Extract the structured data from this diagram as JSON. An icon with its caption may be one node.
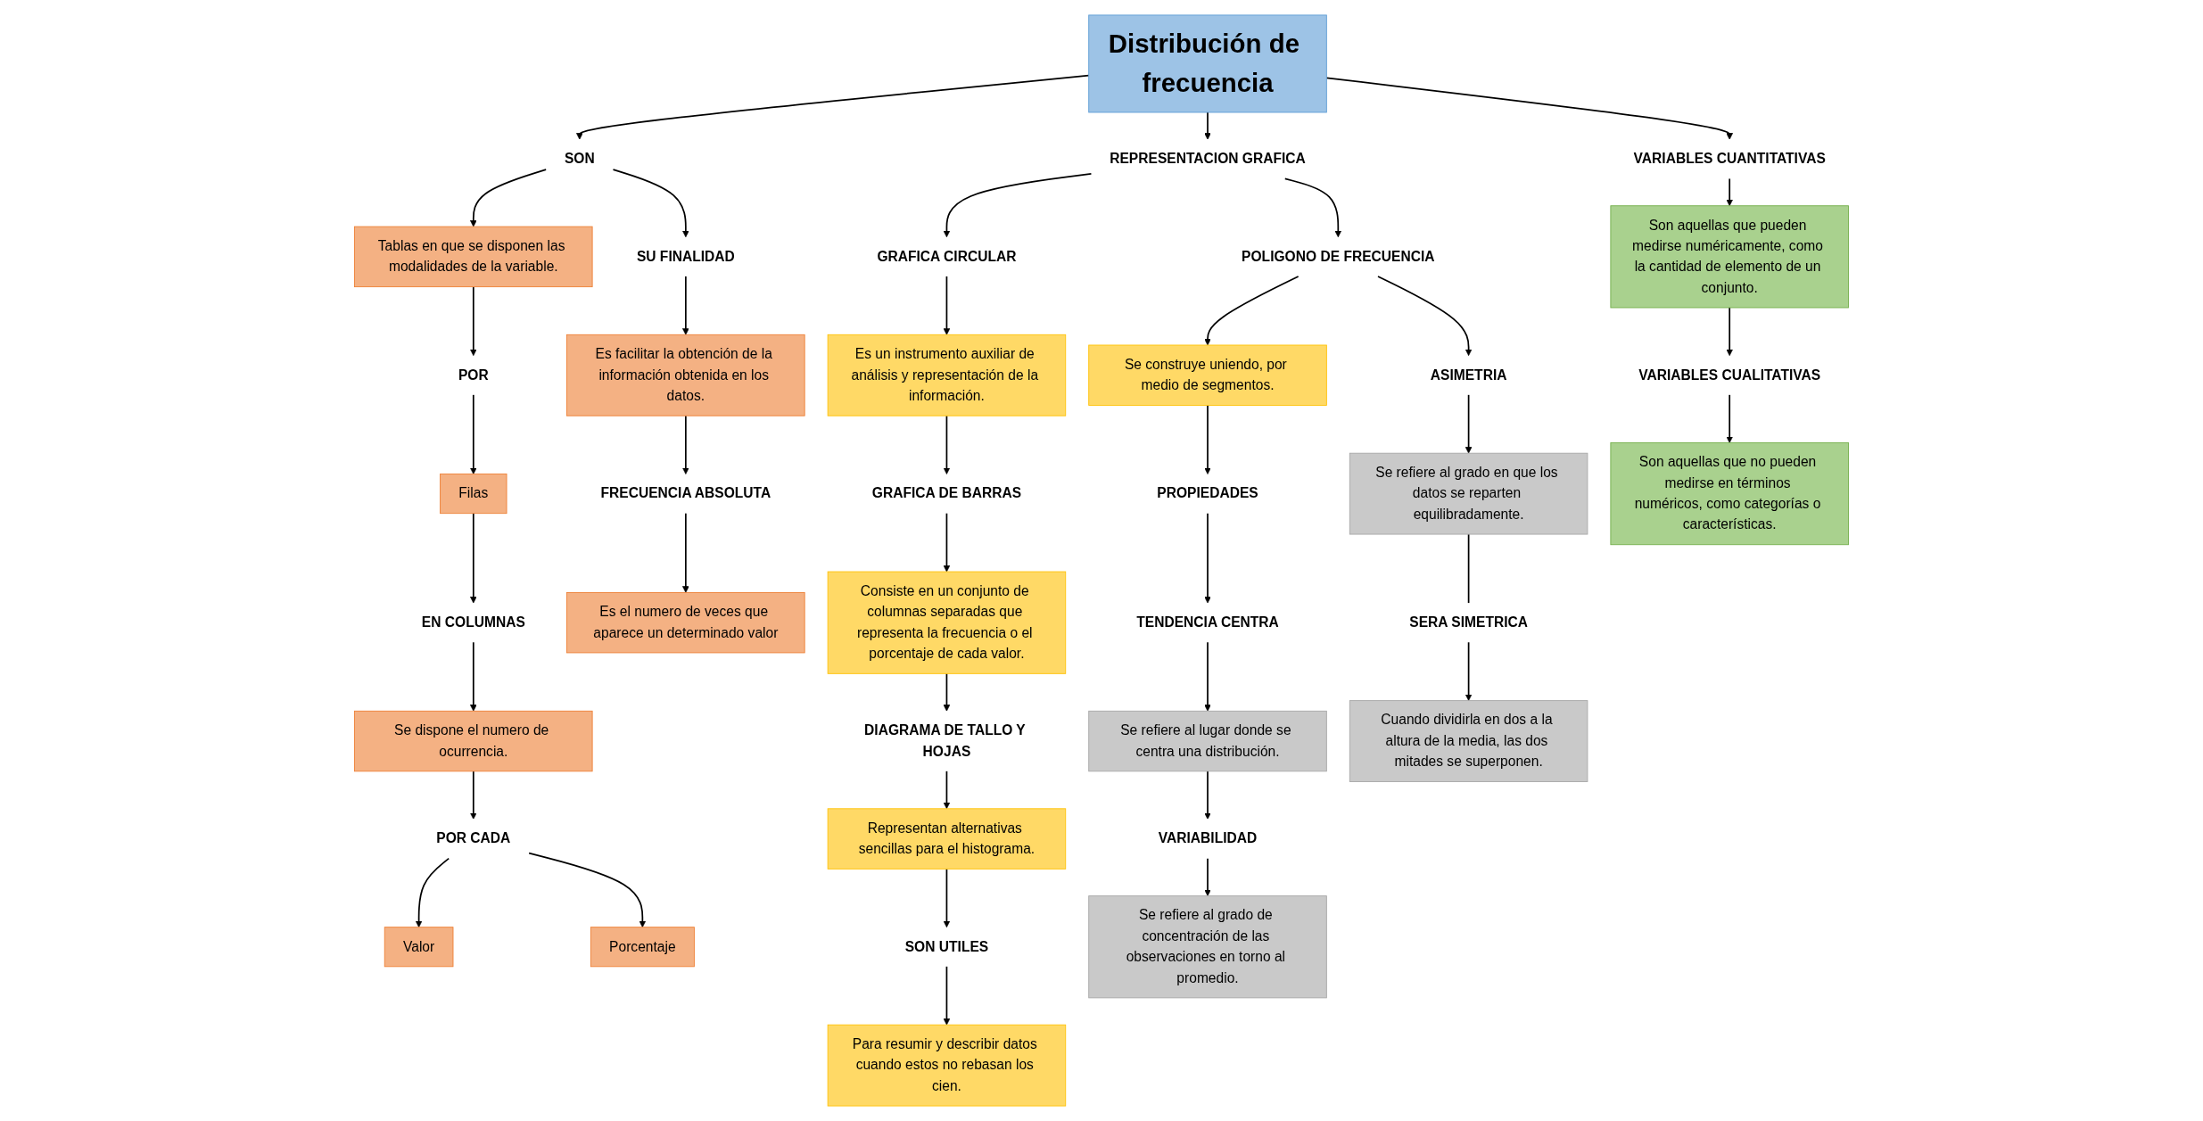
{
  "diagram": {
    "nodes": [
      {
        "text": [
          "Distribución de frecuencia"
        ]
      },
      {
        "text": [
          "SON"
        ]
      },
      {
        "text": [
          "SU FINALIDAD"
        ]
      },
      {
        "text": [
          "Tablas en que se disponen las modalidades de la variable."
        ]
      },
      {
        "text": [
          "Es facilitar la obtención de la información obtenida en los datos."
        ]
      },
      {
        "text": [
          "POR"
        ]
      },
      {
        "text": [
          "Filas"
        ]
      },
      {
        "text": [
          "EN COLUMNAS"
        ]
      },
      {
        "text": [
          "Se dispone el numero de ocurrencia."
        ]
      },
      {
        "text": [
          "POR CADA"
        ]
      },
      {
        "text": [
          "Valor"
        ]
      },
      {
        "text": [
          "Porcentaje"
        ]
      },
      {
        "text": [
          "FRECUENCIA ABSOLUTA"
        ]
      },
      {
        "text": [
          "Es el numero de veces que aparece un determinado valor"
        ]
      },
      {
        "text": [
          "REPRESENTACION GRAFICA"
        ]
      },
      {
        "text": [
          "GRAFICA CIRCULAR"
        ]
      },
      {
        "text": [
          "Es un instrumento auxiliar de análisis y representación de la información."
        ]
      },
      {
        "text": [
          "GRAFICA DE BARRAS"
        ]
      },
      {
        "text": [
          "Consiste en un conjunto de columnas separadas que representa la frecuencia o el porcentaje de cada valor."
        ]
      },
      {
        "text": [
          "DIAGRAMA DE TALLO Y HOJAS"
        ]
      },
      {
        "text": [
          "Representan alternativas sencillas para el histograma."
        ]
      },
      {
        "text": [
          "SON UTILES"
        ]
      },
      {
        "text": [
          "Para resumir y describir datos cuando estos no rebasan los cien."
        ]
      },
      {
        "text": [
          "POLIGONO DE FRECUENCIA"
        ]
      },
      {
        "text": [
          "Se construye uniendo, por medio de segmentos."
        ]
      },
      {
        "text": [
          "PROPIEDADES"
        ]
      },
      {
        "text": [
          "TENDENCIA CENTRA"
        ]
      },
      {
        "text": [
          "Se refiere al lugar donde se centra una distribución."
        ]
      },
      {
        "text": [
          "VARIABILIDAD"
        ]
      },
      {
        "text": [
          "Se refiere al grado de concentración de las observaciones en torno al promedio."
        ]
      },
      {
        "text": [
          "ASIMETRIA"
        ]
      },
      {
        "text": [
          "Se refiere al grado en que los datos se reparten equilibradamente."
        ]
      },
      {
        "text": [
          "SERA SIMETRICA"
        ]
      },
      {
        "text": [
          "Cuando dividirla en dos a la altura de la media, las dos mitades se superponen."
        ]
      },
      {
        "text": [
          "VARIABLES CUANTITATIVAS"
        ]
      },
      {
        "text": [
          "Son aquellas que pueden medirse numéricamente, como la cantidad de elemento de un conjunto."
        ]
      },
      {
        "text": [
          "VARIABLES CUALITATIVAS"
        ]
      },
      {
        "text": [
          "Son aquellas que no pueden medirse en términos numéricos, como categorías o características."
        ]
      }
    ],
    "edges": [
      {
        "from": 0,
        "to": 1,
        "arrow": "to"
      },
      {
        "from": 1,
        "to": 2,
        "arrow": "to"
      },
      {
        "from": 1,
        "to": 3,
        "arrow": "to"
      },
      {
        "from": 2,
        "to": 4,
        "arrow": "to"
      },
      {
        "from": 3,
        "to": 5,
        "arrow": "to"
      },
      {
        "from": 5,
        "to": 6,
        "arrow": "to"
      },
      {
        "from": 6,
        "to": 7,
        "arrow": "to"
      },
      {
        "from": 7,
        "to": 8,
        "arrow": "to"
      },
      {
        "from": 8,
        "to": 9,
        "arrow": "to"
      },
      {
        "from": 9,
        "to": 10,
        "arrow": "to"
      },
      {
        "from": 9,
        "to": 11,
        "arrow": "to"
      },
      {
        "from": 4,
        "to": 12,
        "arrow": "to"
      },
      {
        "from": 12,
        "to": 13,
        "arrow": "to"
      },
      {
        "from": 0,
        "to": 14,
        "arrow": "to"
      },
      {
        "from": 14,
        "to": 15,
        "arrow": "to"
      },
      {
        "from": 15,
        "to": 16,
        "arrow": "to"
      },
      {
        "from": 16,
        "to": 17,
        "arrow": "to"
      },
      {
        "from": 17,
        "to": 18,
        "arrow": "to"
      },
      {
        "from": 18,
        "to": 19,
        "arrow": "to"
      },
      {
        "from": 19,
        "to": 20,
        "arrow": "to"
      },
      {
        "from": 20,
        "to": 21,
        "arrow": "to"
      },
      {
        "from": 21,
        "to": 22,
        "arrow": "to"
      },
      {
        "from": 14,
        "to": 23,
        "arrow": "to"
      },
      {
        "from": 23,
        "to": 24,
        "arrow": "to"
      },
      {
        "from": 23,
        "to": 30,
        "arrow": "to"
      },
      {
        "from": 24,
        "to": 25,
        "arrow": "to"
      },
      {
        "from": 25,
        "to": 26,
        "arrow": "to"
      },
      {
        "from": 26,
        "to": 27,
        "arrow": "to"
      },
      {
        "from": 27,
        "to": 28,
        "arrow": "to"
      },
      {
        "from": 28,
        "to": 29,
        "arrow": "to"
      },
      {
        "from": 30,
        "to": 31,
        "arrow": "to"
      },
      {
        "from": 31,
        "to": 32,
        "arrow": "none"
      },
      {
        "from": 32,
        "to": 33,
        "arrow": "to"
      },
      {
        "from": 0,
        "to": 34,
        "arrow": "to"
      },
      {
        "from": 34,
        "to": 35,
        "arrow": "to"
      },
      {
        "from": 35,
        "to": 36,
        "arrow": "to"
      },
      {
        "from": 36,
        "to": 37,
        "arrow": "to"
      }
    ]
  }
}
